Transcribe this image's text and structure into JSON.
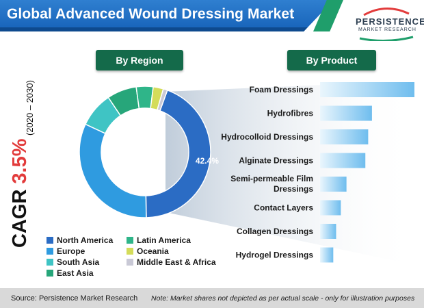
{
  "header": {
    "title": "Global Advanced Wound Dressing Market",
    "logo_line1": "PERSISTENCE",
    "logo_line2": "MARKET RESEARCH"
  },
  "cagr": {
    "label": "CAGR",
    "value": "3.5%",
    "period": "(2020 – 2030)"
  },
  "footer": {
    "source": "Source: Persistence Market Research",
    "note": "Note: Market shares not depicted as per actual scale - only for illustration purposes"
  },
  "colors": {
    "title_blue": "#1662b8",
    "accent_green": "#146a4a",
    "bar_blue": "#7cc4f0"
  },
  "chart_data": [
    {
      "type": "pie",
      "title": "By Region",
      "categories": [
        "North America",
        "Europe",
        "South Asia",
        "East Asia",
        "Latin America",
        "Oceania",
        "Middle East & Africa"
      ],
      "values": [
        42.4,
        31.0,
        8.3,
        7.0,
        4.0,
        2.4,
        1.0
      ],
      "colors": [
        "#2b6cc4",
        "#2f9be0",
        "#3fc4c4",
        "#27a67a",
        "#2fb589",
        "#d4dc5a",
        "#c9c9d6"
      ],
      "data_labels": [
        "42.4%"
      ],
      "legend_placement": "bottom"
    },
    {
      "type": "bar",
      "orientation": "horizontal",
      "title": "By Product",
      "categories": [
        "Foam Dressings",
        "Hydrofibres",
        "Hydrocolloid Dressings",
        "Alginate Dressings",
        "Semi-permeable Film Dressings",
        "Contact Layers",
        "Collagen Dressings",
        "Hydrogel Dressings"
      ],
      "values": [
        100,
        55,
        51,
        48,
        28,
        22,
        17,
        14
      ],
      "xlim": [
        0,
        100
      ],
      "grid": false
    }
  ]
}
